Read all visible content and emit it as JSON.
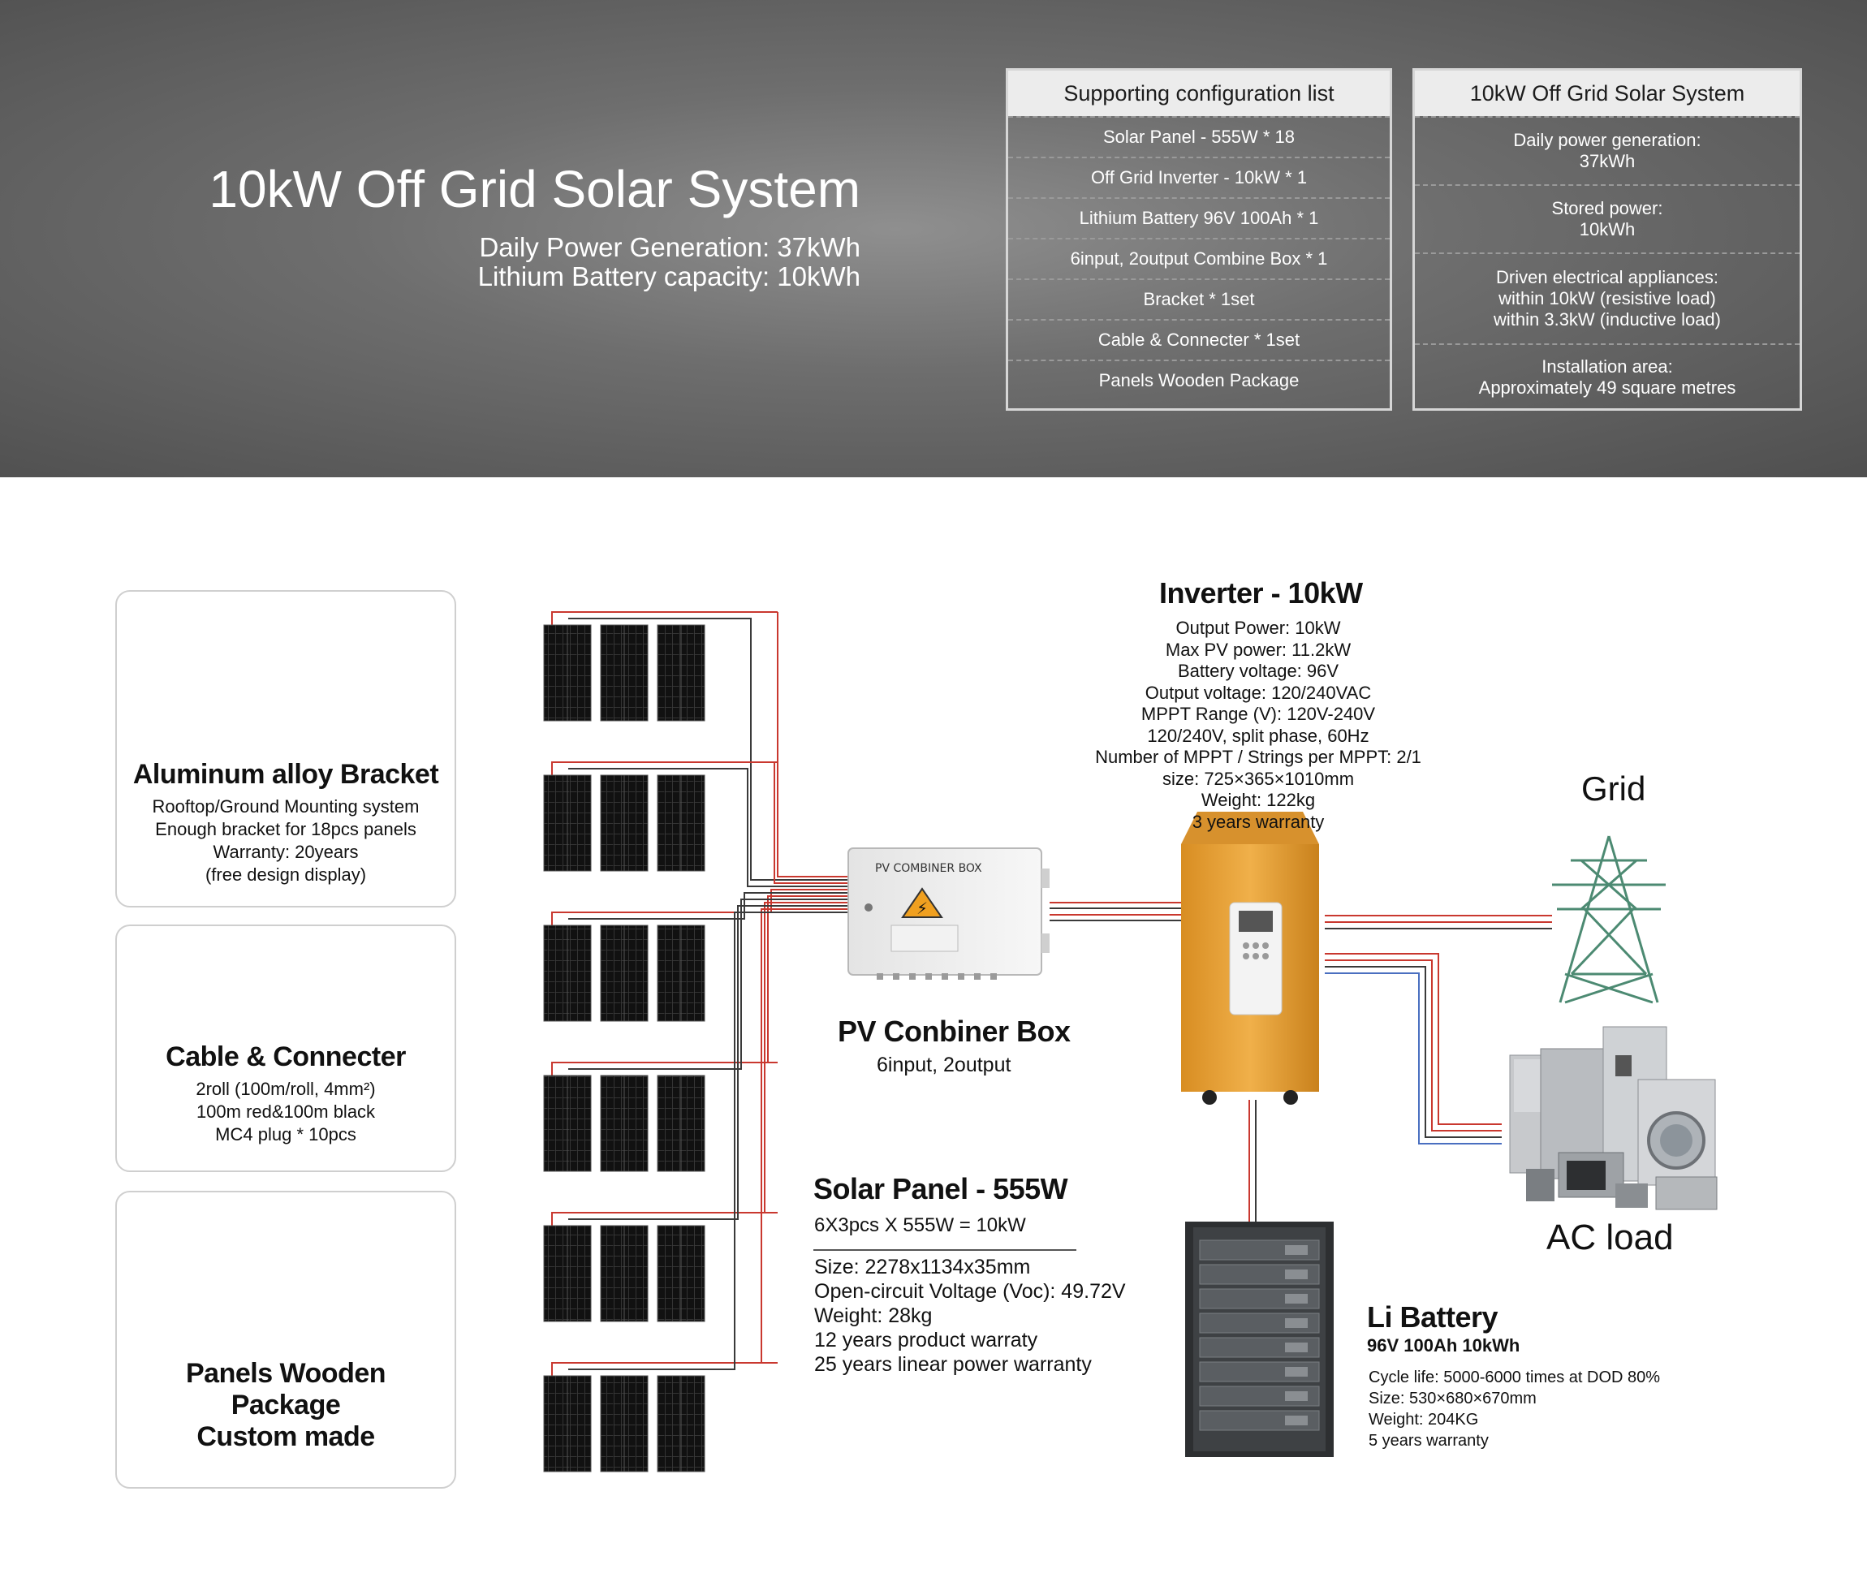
{
  "hero": {
    "title": "10kW Off Grid Solar System",
    "sub1": "Daily Power Generation: 37kWh",
    "sub2": "Lithium  Battery  capacity: 10kWh"
  },
  "config_table": {
    "header": "Supporting configuration list",
    "rows": [
      "Solar Panel - 555W * 18",
      "Off Grid Inverter - 10kW * 1",
      "Lithium Battery 96V 100Ah * 1",
      "6input, 2output Combine Box * 1",
      "Bracket * 1set",
      "Cable & Connecter * 1set",
      "Panels Wooden Package"
    ]
  },
  "system_table": {
    "header": "10kW Off Grid Solar System",
    "rows": [
      [
        "Daily power generation:",
        "37kWh"
      ],
      [
        "Stored power:",
        "10kWh"
      ],
      [
        "Driven electrical appliances:",
        "within 10kW (resistive load)",
        "within 3.3kW (inductive load)"
      ],
      [
        "Installation area:",
        "Approximately 49 square metres"
      ]
    ]
  },
  "cards": {
    "bracket": {
      "title": "Aluminum alloy Bracket",
      "lines": [
        "Rooftop/Ground Mounting system",
        "Enough bracket for 18pcs panels",
        "Warranty: 20years",
        "(free design display)"
      ]
    },
    "cable": {
      "title": "Cable & Connecter",
      "lines": [
        "2roll (100m/roll, 4mm²)",
        "100m red&100m black",
        "MC4 plug * 10pcs"
      ]
    },
    "package": {
      "title_lines": [
        "Panels Wooden",
        "Package",
        "Custom made"
      ]
    }
  },
  "inverter": {
    "title": "Inverter - 10kW",
    "specs": [
      "Output Power: 10kW",
      "Max PV power: 11.2kW",
      "Battery voltage: 96V",
      "Output voltage: 120/240VAC",
      "MPPT Range (V): 120V-240V",
      "120/240V, split phase, 60Hz",
      "Number of MPPT / Strings per MPPT: 2/1",
      "size: 725×365×1010mm",
      "Weight: 122kg",
      "3 years warranty"
    ]
  },
  "combiner": {
    "label_on_box": "PV COMBINER BOX",
    "title": "PV Conbiner Box",
    "subtitle": "6input, 2output"
  },
  "solar_panel": {
    "title": "Solar Panel - 555W",
    "formula": "6X3pcs X 555W = 10kW",
    "specs": [
      "Size: 2278x1134x35mm",
      "Open-circuit Voltage (Voc): 49.72V",
      "Weight: 28kg",
      "12 years product warraty",
      "25 years linear power warranty"
    ]
  },
  "grid": {
    "label": "Grid"
  },
  "ac_load": {
    "label": "AC load"
  },
  "battery": {
    "title": "Li Battery",
    "subtitle": "96V 100Ah 10kWh",
    "specs": [
      "Cycle life: 5000-6000 times at DOD 80%",
      "Size: 530×680×670mm",
      "Weight: 204KG",
      "5 years warranty"
    ]
  },
  "colors": {
    "red_wire": "#c9382f",
    "black_wire": "#3a3a3a",
    "blue_wire": "#4a6fc0",
    "inverter_body": "#e8a43c",
    "hero_bg": "#6e6e6e"
  }
}
